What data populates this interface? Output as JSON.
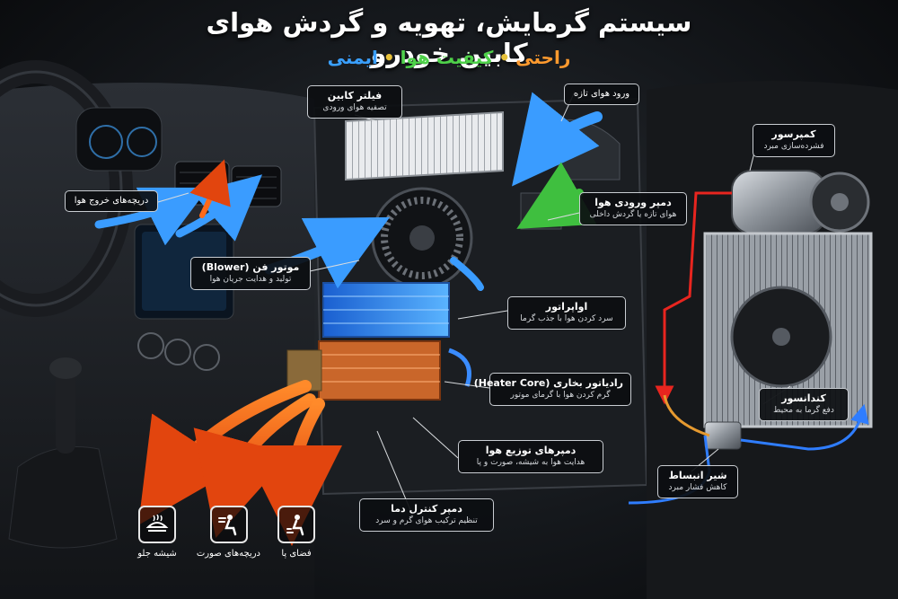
{
  "title": "سیستم گرمایش، تهویه و گردش هوای کابین خودرو",
  "subtitle": {
    "word1": "راحتی",
    "word2": "کیفیت هوا",
    "word3": "ایمنی",
    "separator": "•"
  },
  "labels": {
    "vents": {
      "title": "دریچه‌های خروج هوا"
    },
    "cabin_filter": {
      "title": "فیلتر کابین",
      "sub": "تصفیه هوای ورودی"
    },
    "fresh_air": {
      "title": "ورود هوای تازه"
    },
    "intake_damper": {
      "title": "دمپر ورودی هوا",
      "sub": "هوای تازه یا گردش داخلی"
    },
    "blower": {
      "title": "موتور فن (Blower)",
      "sub": "تولید و هدایت جریان هوا"
    },
    "evaporator": {
      "title": "اواپراتور",
      "sub": "سرد کردن هوا با جذب گرما"
    },
    "heater_core": {
      "title": "رادیاتور بخاری (Heater Core)",
      "sub": "گرم کردن هوا با گرمای موتور"
    },
    "distribution_dampers": {
      "title": "دمپرهای توزیع هوا",
      "sub": "هدایت هوا به شیشه، صورت و پا"
    },
    "temp_damper": {
      "title": "دمپر کنترل دما",
      "sub": "تنظیم ترکیب هوای گرم و سرد"
    },
    "compressor": {
      "title": "کمپرسور",
      "sub": "فشرده‌سازی مبرد"
    },
    "condenser": {
      "title": "کندانسور",
      "sub": "دفع گرما به محیط"
    },
    "expansion_valve": {
      "title": "شیر انبساط",
      "sub": "کاهش فشار مبرد"
    }
  },
  "outlets": {
    "windshield": "شیشه جلو",
    "face": "دریچه‌های صورت",
    "feet": "فضای پا"
  },
  "colors": {
    "hot": "#ff6a1a",
    "cold": "#2f8cff",
    "fresh": "#3fbf3f",
    "refrigerant_hot": "#e8251f",
    "refrigerant_cold": "#2f7dff"
  }
}
